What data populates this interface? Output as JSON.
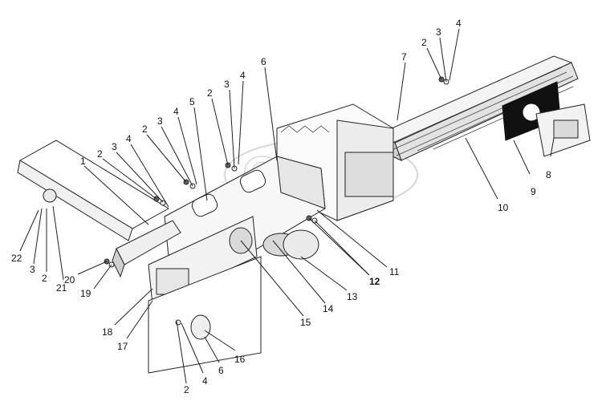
{
  "watermark": "OPEX",
  "callouts": [
    {
      "id": "c1",
      "text": "1"
    },
    {
      "id": "c2a",
      "text": "2"
    },
    {
      "id": "c3a",
      "text": "3"
    },
    {
      "id": "c4a",
      "text": "4"
    },
    {
      "id": "c2b",
      "text": "2"
    },
    {
      "id": "c3b",
      "text": "3"
    },
    {
      "id": "c4b",
      "text": "4"
    },
    {
      "id": "c5",
      "text": "5"
    },
    {
      "id": "c2c",
      "text": "2"
    },
    {
      "id": "c3c",
      "text": "3"
    },
    {
      "id": "c4c",
      "text": "4"
    },
    {
      "id": "c6a",
      "text": "6"
    },
    {
      "id": "c7",
      "text": "7"
    },
    {
      "id": "c2d",
      "text": "2"
    },
    {
      "id": "c3d",
      "text": "3"
    },
    {
      "id": "c4d",
      "text": "4"
    },
    {
      "id": "c8",
      "text": "8"
    },
    {
      "id": "c9",
      "text": "9"
    },
    {
      "id": "c10",
      "text": "10"
    },
    {
      "id": "c11",
      "text": "11"
    },
    {
      "id": "c12",
      "text": "12"
    },
    {
      "id": "c13",
      "text": "13"
    },
    {
      "id": "c14",
      "text": "14"
    },
    {
      "id": "c15",
      "text": "15"
    },
    {
      "id": "c16",
      "text": "16"
    },
    {
      "id": "c6b",
      "text": "6"
    },
    {
      "id": "c4e",
      "text": "4"
    },
    {
      "id": "c2e",
      "text": "2"
    },
    {
      "id": "c17",
      "text": "17"
    },
    {
      "id": "c18",
      "text": "18"
    },
    {
      "id": "c19",
      "text": "19"
    },
    {
      "id": "c20",
      "text": "20"
    },
    {
      "id": "c21",
      "text": "21"
    },
    {
      "id": "c2f",
      "text": "2"
    },
    {
      "id": "c3e",
      "text": "3"
    },
    {
      "id": "c22",
      "text": "22"
    }
  ]
}
